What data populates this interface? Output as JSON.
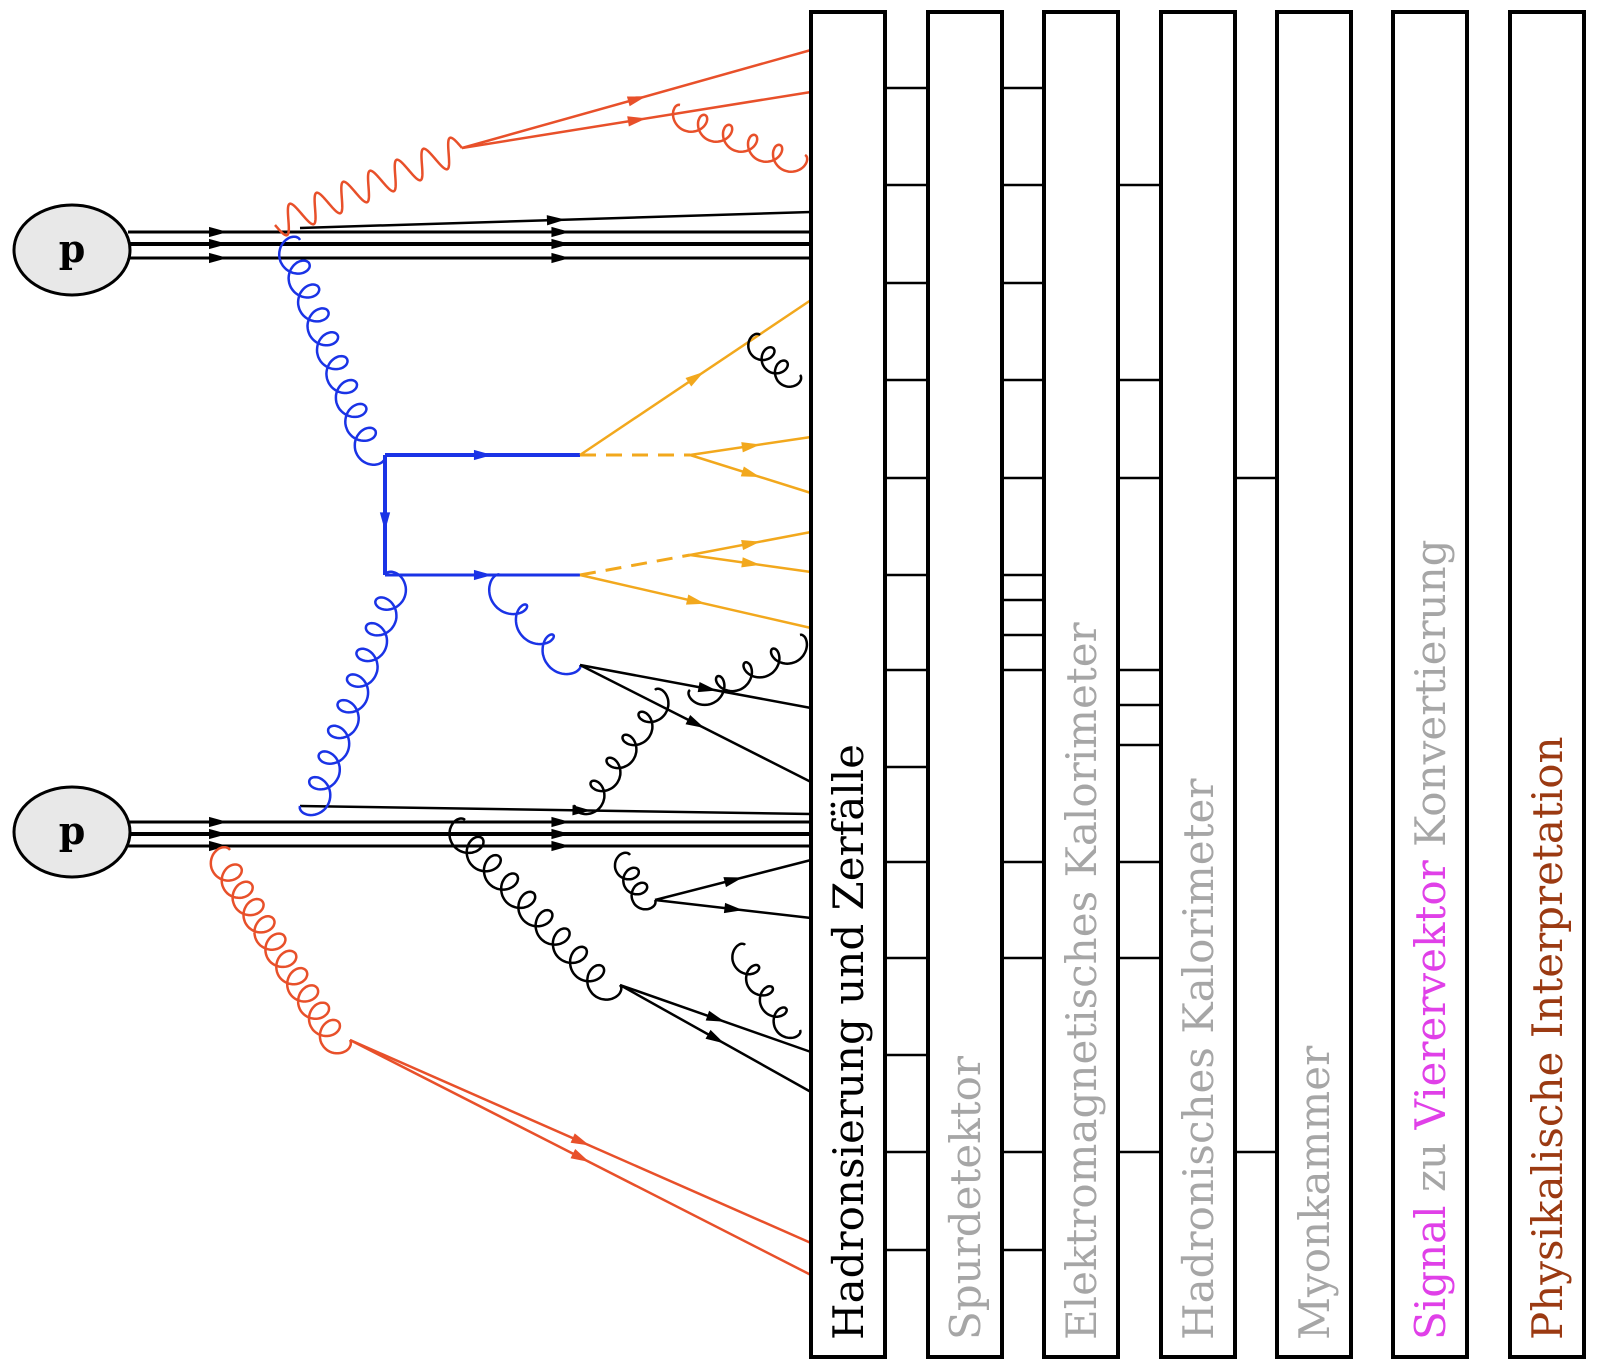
{
  "protons": [
    {
      "label": "p"
    },
    {
      "label": "p"
    }
  ],
  "stages": [
    {
      "id": "hadronization",
      "label": "Hadronsierung und Zerfälle",
      "color": "#000000"
    },
    {
      "id": "tracker",
      "label": "Spurdetektor",
      "color": "#a6a6a6"
    },
    {
      "id": "ecal",
      "label": "Elektromagnetisches Kalorimeter",
      "color": "#a6a6a6"
    },
    {
      "id": "hcal",
      "label": "Hadronisches Kalorimeter",
      "color": "#a6a6a6"
    },
    {
      "id": "muon",
      "label": "Myonkammer",
      "color": "#a6a6a6"
    },
    {
      "id": "signal",
      "label_parts": [
        "Signal",
        " zu ",
        "Vierervektor",
        " Konvertierung"
      ],
      "part_colors": [
        "#e040e8",
        "#a6a6a6",
        "#e040e8",
        "#a6a6a6"
      ]
    },
    {
      "id": "interpretation",
      "label": "Physikalische Interpretation",
      "color": "#9b3a12"
    }
  ],
  "colors": {
    "outline": "#000000",
    "red_system": "#e8502a",
    "blue_system": "#1a33e6",
    "orange_system": "#f2a81d",
    "black_system": "#000000",
    "proton_fill": "#e8e8e8"
  }
}
